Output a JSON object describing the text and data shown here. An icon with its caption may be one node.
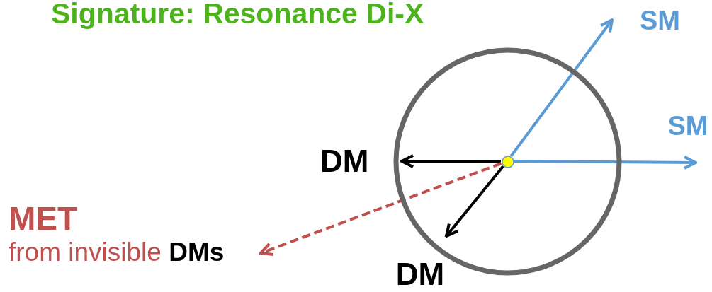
{
  "diagram": {
    "title": "Signature: Resonance Di-X",
    "nodes": [
      {
        "text": [
          "SM"
        ]
      },
      {
        "text": [
          "SM"
        ]
      },
      {
        "text": [
          "DM"
        ]
      },
      {
        "text": [],
        "shape": "circle"
      },
      {
        "text": [],
        "shape": "circle",
        "in": 3
      },
      {
        "text": [
          "MET",
          "from invisible **DMs**"
        ]
      },
      {
        "text": [
          "DM"
        ]
      }
    ],
    "edges": [
      {
        "from": 4,
        "to": 0,
        "arrow": "to",
        "color": "#5b9bd5"
      },
      {
        "from": 4,
        "to": 1,
        "arrow": "to",
        "color": "#5b9bd5"
      },
      {
        "from": 4,
        "to": 2,
        "arrow": "to",
        "color": "#000000"
      },
      {
        "from": 4,
        "to": 6,
        "arrow": "to",
        "color": "#000000"
      },
      {
        "from": 4,
        "to": 5,
        "arrow": "to",
        "style": "dashed",
        "color": "#c0504d"
      }
    ]
  }
}
